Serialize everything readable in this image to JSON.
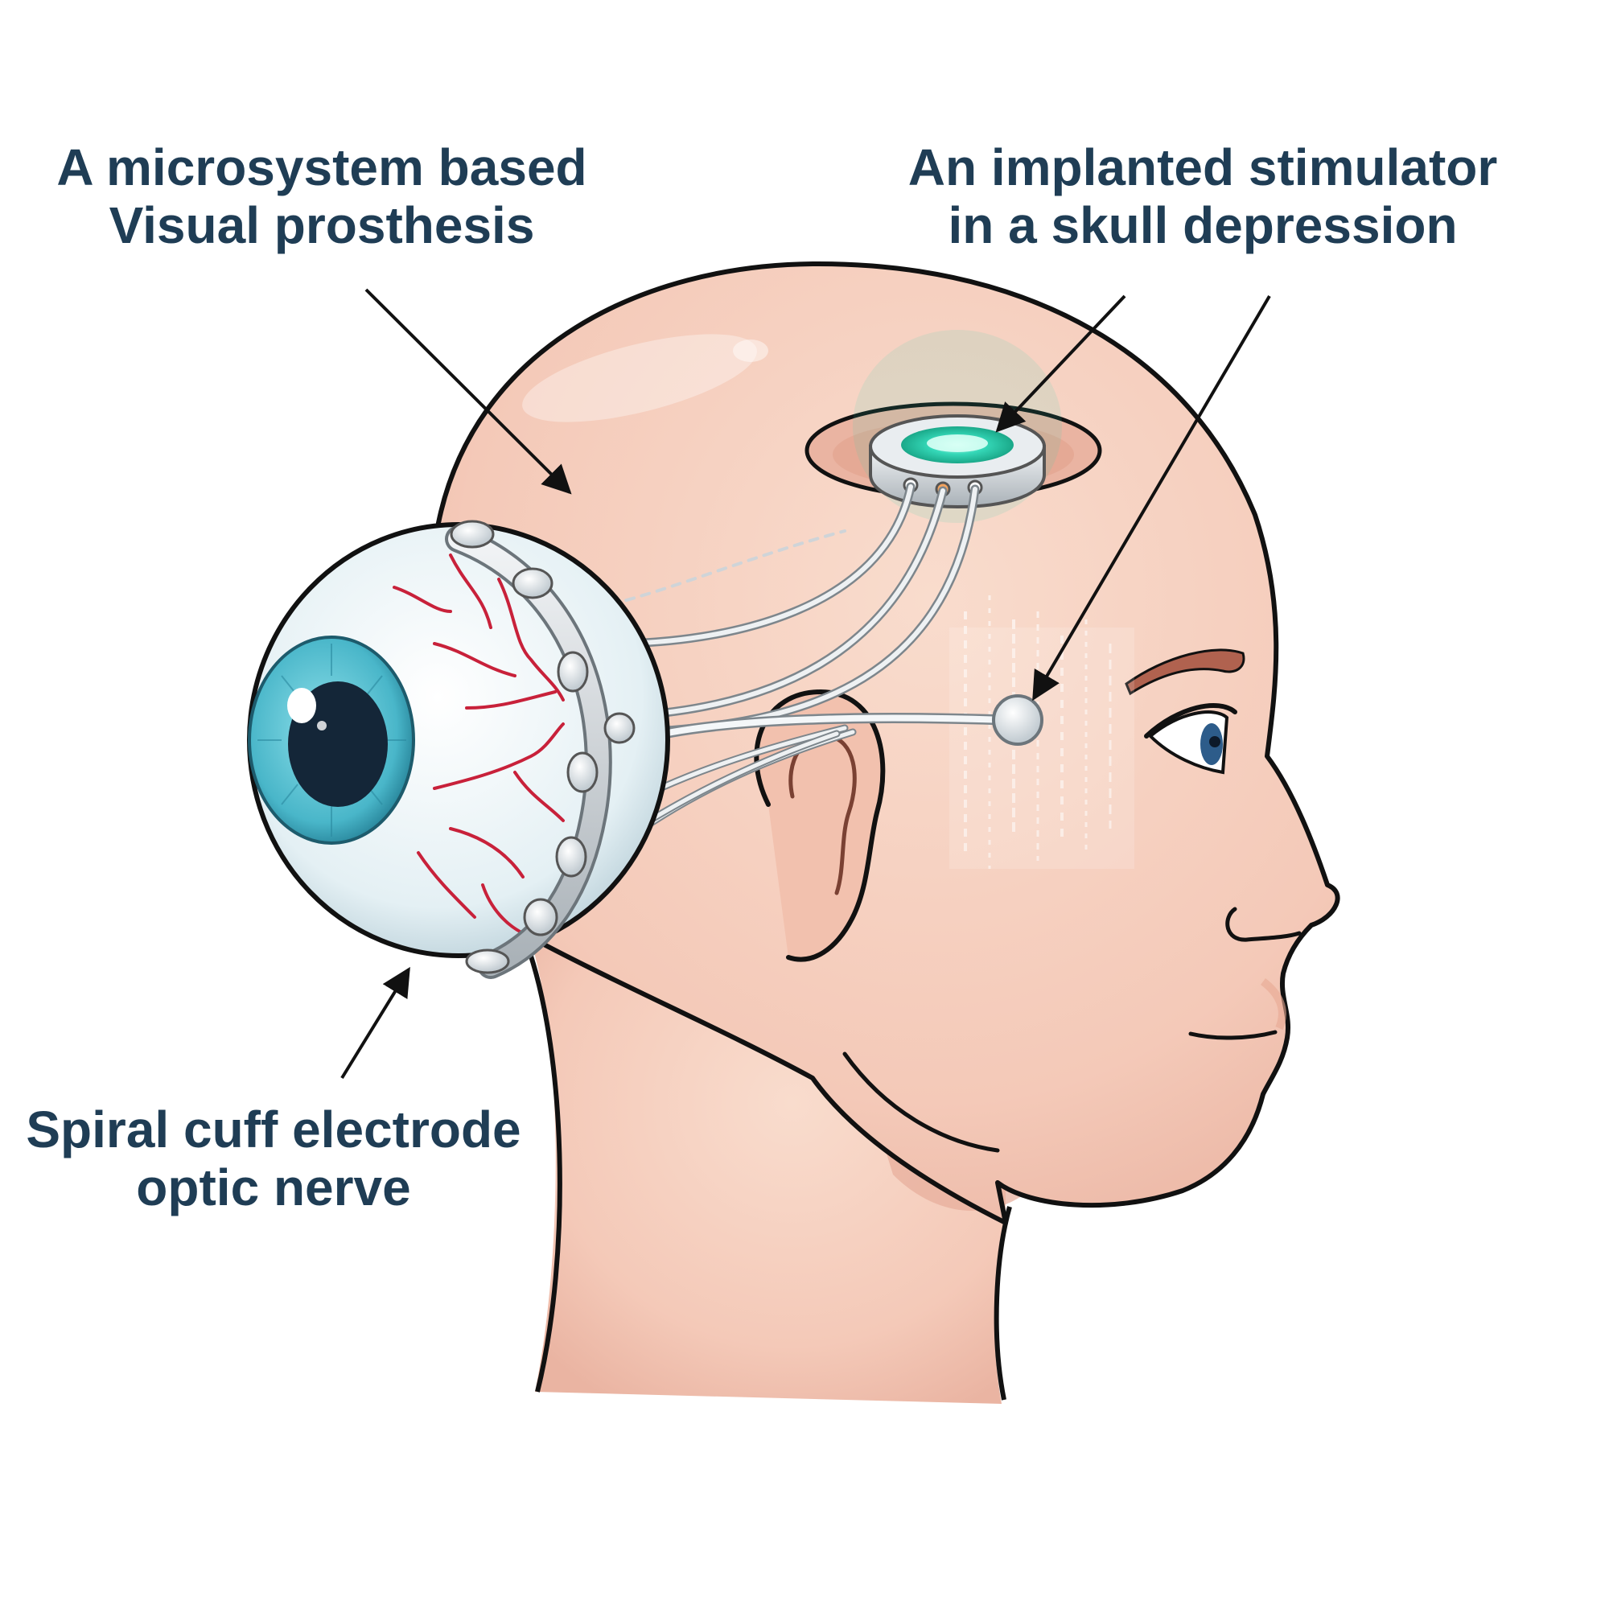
{
  "colors": {
    "label_text": "#1f3d55",
    "skin": "#f6d0c0",
    "skin_shadow": "#eab4a2",
    "outline": "#111111",
    "iris": "#5cc3d3",
    "pupil": "#142638",
    "vessel": "#c8213a",
    "device_metal": "#cfd4d8",
    "stimulator_glow": "#35d8b8",
    "eyebrow": "#b0624f"
  },
  "labels": {
    "visual_prosthesis": {
      "line1": "A microsystem based",
      "line2": "Visual prosthesis"
    },
    "implanted_stimulator": {
      "line1": "An implanted stimulator",
      "line2": "in a skull depression"
    },
    "spiral_cuff": {
      "line1": "Spiral cuff electrode",
      "line2": "optic nerve"
    }
  }
}
